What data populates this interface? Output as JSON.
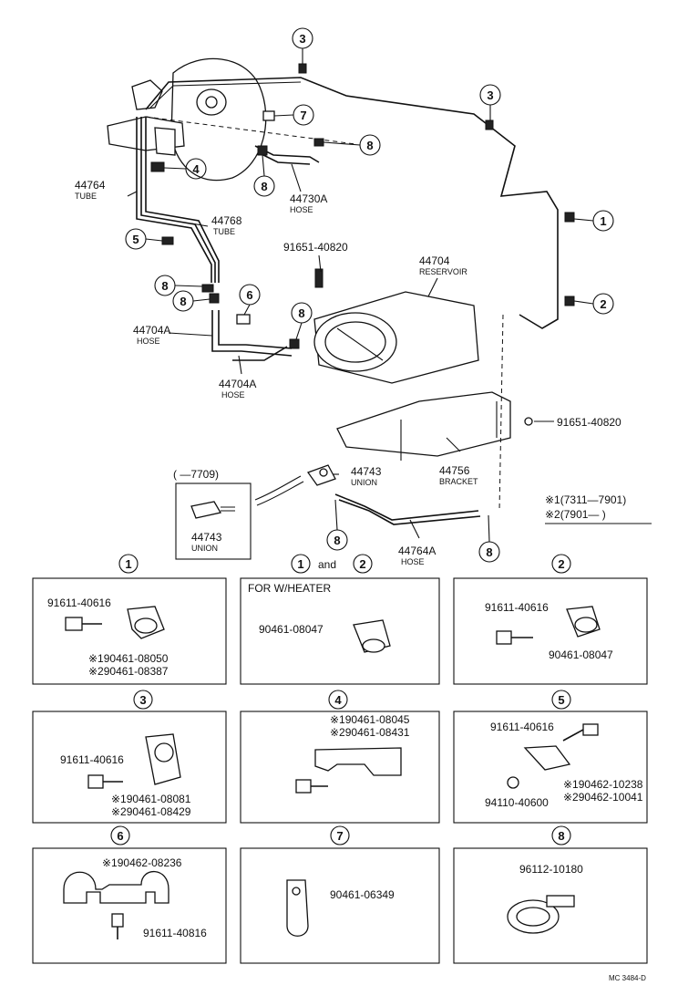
{
  "diagram": {
    "callouts": {
      "c1": "1",
      "c2": "2",
      "c3": "3",
      "c3b": "3",
      "c4": "4",
      "c5": "5",
      "c6": "6",
      "c7": "7",
      "c8a": "8",
      "c8b": "8",
      "c8c": "8",
      "c8d": "8",
      "c8e": "8",
      "c8f": "8",
      "c8g": "8"
    },
    "labels": {
      "p44764": "44764",
      "n44764": "TUBE",
      "p44768": "44768",
      "n44768": "TUBE",
      "p44730A": "44730A",
      "n44730A": "HOSE",
      "p91651_top": "91651-40820",
      "p44704": "44704",
      "n44704": "RESERVOIR",
      "p44704A_1": "44704A",
      "n44704A_1": "HOSE",
      "p44704A_2": "44704A",
      "n44704A_2": "HOSE",
      "p91651_right": "91651-40820",
      "p44743": "44743",
      "n44743": "UNION",
      "p44756": "44756",
      "n44756": "BRACKET",
      "p44764A": "44764A",
      "n44764A": "HOSE",
      "inset_range": "( —7709)",
      "inset_part": "44743",
      "inset_name": "UNION"
    },
    "legend": {
      "line1": "※1(7311—7901)",
      "line2": "※2(7901—        )"
    },
    "panels": [
      {
        "key": "1",
        "title": "1",
        "parts": [
          "91611-40616",
          "※190461-08050",
          "※290461-08387"
        ]
      },
      {
        "key": "1and2",
        "title_a": "1",
        "and": "and",
        "title_b": "2",
        "heading": "FOR W/HEATER",
        "parts": [
          "90461-08047"
        ]
      },
      {
        "key": "2",
        "title": "2",
        "parts": [
          "91611-40616",
          "90461-08047"
        ]
      },
      {
        "key": "3",
        "title": "3",
        "parts": [
          "91611-40616",
          "※190461-08081",
          "※290461-08429"
        ]
      },
      {
        "key": "4",
        "title": "4",
        "parts": [
          "※190461-08045",
          "※290461-08431"
        ]
      },
      {
        "key": "5",
        "title": "5",
        "parts": [
          "91611-40616",
          "※190462-10238",
          "94110-40600",
          "※290462-10041"
        ]
      },
      {
        "key": "6",
        "title": "6",
        "parts": [
          "※190462-08236",
          "91611-40816"
        ]
      },
      {
        "key": "7",
        "title": "7",
        "parts": [
          "90461-06349"
        ]
      },
      {
        "key": "8",
        "title": "8",
        "parts": [
          "96112-10180"
        ]
      }
    ],
    "footer_code": "MC 3484-D"
  }
}
